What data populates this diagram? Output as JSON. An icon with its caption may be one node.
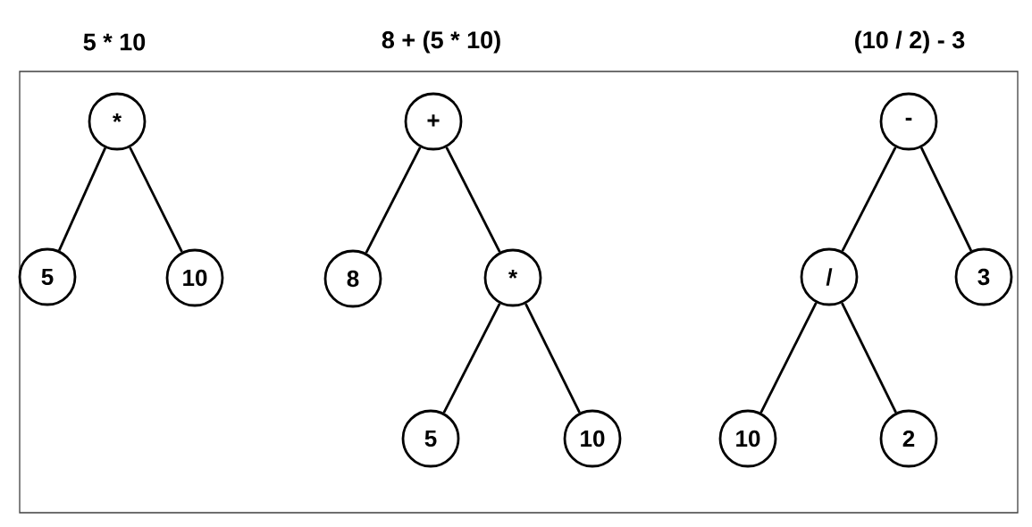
{
  "diagram": {
    "nodes": [
      {
        "text": [
          "*"
        ]
      },
      {
        "text": [
          "5"
        ]
      },
      {
        "text": [
          "10"
        ]
      },
      {
        "text": [
          "+"
        ]
      },
      {
        "text": [
          "8"
        ]
      },
      {
        "text": [
          "*"
        ]
      },
      {
        "text": [
          "5"
        ]
      },
      {
        "text": [
          "10"
        ]
      },
      {
        "text": [
          "-"
        ]
      },
      {
        "text": [
          "/"
        ]
      },
      {
        "text": [
          "3"
        ]
      },
      {
        "text": [
          "10"
        ]
      },
      {
        "text": [
          "2"
        ]
      }
    ],
    "edges": [
      {
        "from": 0,
        "to": 1,
        "arrow": "none"
      },
      {
        "from": 0,
        "to": 2,
        "arrow": "none"
      },
      {
        "from": 3,
        "to": 4,
        "arrow": "none"
      },
      {
        "from": 3,
        "to": 5,
        "arrow": "none"
      },
      {
        "from": 5,
        "to": 6,
        "arrow": "none"
      },
      {
        "from": 5,
        "to": 7,
        "arrow": "none"
      },
      {
        "from": 8,
        "to": 9,
        "arrow": "none"
      },
      {
        "from": 8,
        "to": 10,
        "arrow": "none"
      },
      {
        "from": 9,
        "to": 11,
        "arrow": "none"
      },
      {
        "from": 9,
        "to": 12,
        "arrow": "none"
      }
    ],
    "labels": [
      "5 * 10",
      "8 + (5 * 10)",
      "(10 / 2) - 3"
    ]
  }
}
